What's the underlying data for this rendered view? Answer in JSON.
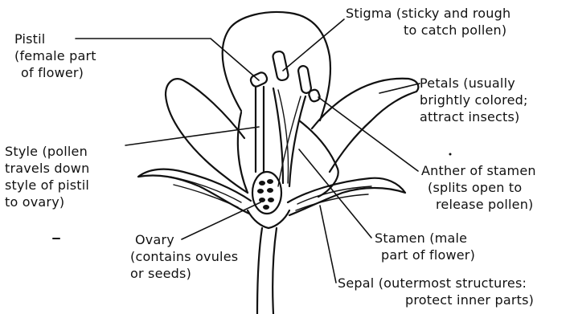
{
  "labels": {
    "stigma": {
      "lines": [
        "Stigma (sticky and rough",
        "to catch pollen)"
      ]
    },
    "pistil": {
      "lines": [
        "Pistil",
        "(female part",
        "of flower)"
      ]
    },
    "petals": {
      "lines": [
        "Petals (usually",
        "brightly colored;",
        "attract insects)"
      ]
    },
    "style": {
      "lines": [
        "Style (pollen",
        "travels down",
        "style of pistil",
        "to ovary)"
      ]
    },
    "anther": {
      "lines": [
        "Anther of stamen",
        "(splits open to",
        "release pollen)"
      ]
    },
    "ovary": {
      "lines": [
        "Ovary",
        "(contains ovules",
        "or seeds)"
      ]
    },
    "stamen": {
      "lines": [
        "Stamen (male",
        "part of flower)"
      ]
    },
    "sepal": {
      "lines": [
        "Sepal (outermost structures:",
        "protect inner parts)"
      ]
    }
  },
  "colors": {
    "ink": "#111111",
    "background": "#ffffff"
  }
}
